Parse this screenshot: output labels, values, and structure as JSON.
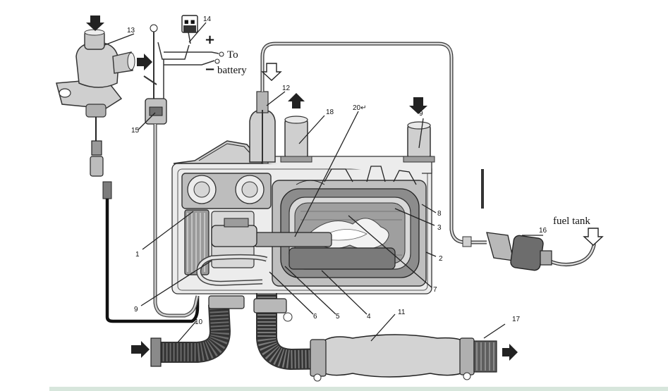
{
  "diagram": {
    "part_numbers": [
      "1",
      "2",
      "3",
      "4",
      "5",
      "6",
      "7",
      "8",
      "9",
      "9",
      "10",
      "11",
      "12",
      "13",
      "14",
      "15",
      "16",
      "17",
      "18",
      "20↵"
    ],
    "labels": {
      "to": "To",
      "battery": "battery",
      "fuel_tank": "fuel tank",
      "plus": "+",
      "minus": "−",
      "fuse_mark": "■ ■"
    }
  }
}
